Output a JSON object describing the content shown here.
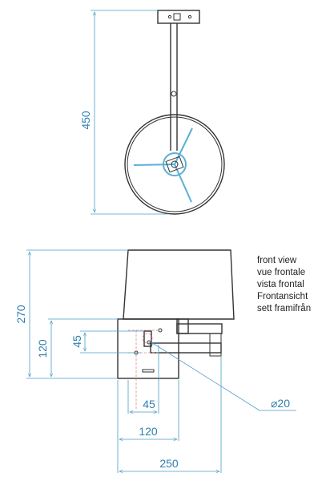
{
  "dimensions": {
    "top_height": "450",
    "front_height": "270",
    "base_height": "120",
    "switch_height": "45",
    "switch_width": "45",
    "base_width": "120",
    "overall_width": "250",
    "hole_diameter": "⌀20"
  },
  "view_labels": [
    "front view",
    "vue frontale",
    "vista frontal",
    "Frontansicht",
    "sett framifrån"
  ],
  "colors": {
    "line": "#333333",
    "dimension": "#2f7fb0",
    "accent": "#5ab0d6",
    "guide": "#e08a8a"
  }
}
